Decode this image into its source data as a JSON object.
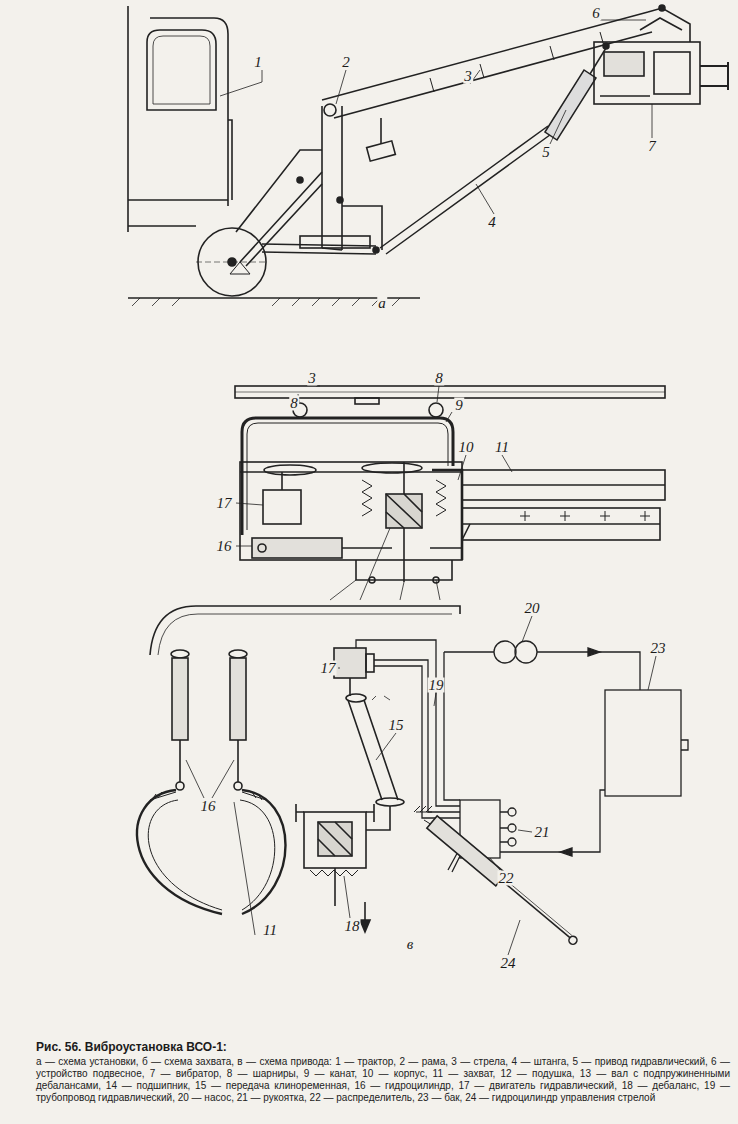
{
  "diagram": {
    "title": "Рис. 56. Виброустановка ВСО-1:",
    "caption": "а — схема установки, б — схема захвата, в — схема привода: 1 — трактор, 2 — рама, 3 — стрела, 4 — штанга, 5 — привод гидравлический, 6 — устройство подвесное, 7 — вибратор, 8 — шарниры, 9 — канат, 10 — корпус, 11 — захват, 12 — подушка, 13 — вал с подпружиненными дебалансами, 14 — подшипник, 15 — передача клиноременная, 16 — гидроцилиндр, 17 — двигатель гидравлический, 18 — дебаланс, 19 — трубопровод гидравлический, 20 — насос, 21 — рукоятка, 22 — распределитель, 23 — бак, 24 — гидроцилиндр управления стрелой",
    "labels": [
      "1",
      "2",
      "6",
      "3",
      "7",
      "5",
      "4",
      "а",
      "3",
      "8",
      "8",
      "9",
      "10",
      "11",
      "17",
      "16",
      "20",
      "23",
      "17",
      "19",
      "15",
      "21",
      "16",
      "22",
      "11",
      "18",
      "24",
      "в"
    ]
  }
}
